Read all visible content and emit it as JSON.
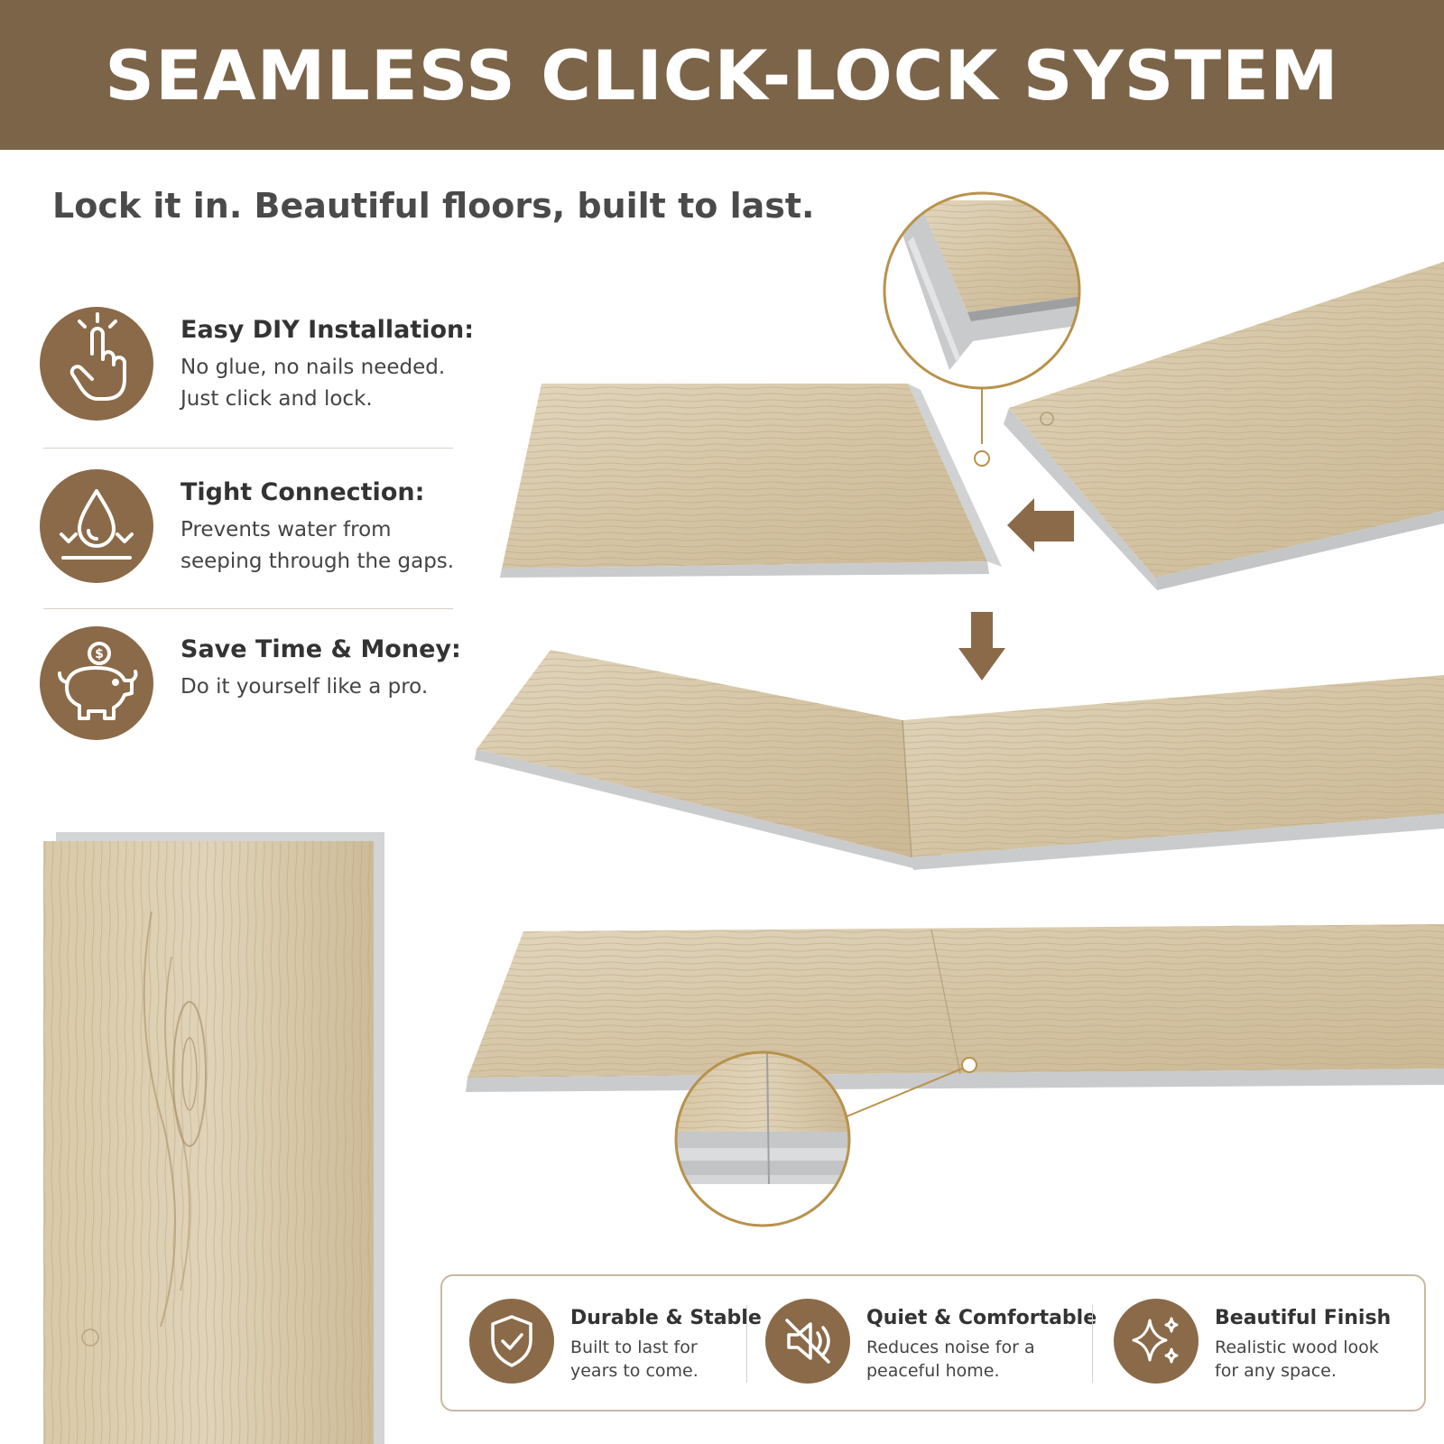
{
  "header": {
    "title": "SEAMLESS CLICK-LOCK SYSTEM"
  },
  "tagline": "Lock it in. Beautiful floors, built to last.",
  "features": [
    {
      "title": "Easy DIY Installation:",
      "description": "No glue, no nails needed.\nJust click and lock.",
      "icon": "hand-click-icon"
    },
    {
      "title": "Tight Connection:",
      "description": "Prevents water from\nseeping through the gaps.",
      "icon": "water-drop-icon"
    },
    {
      "title": "Save Time & Money:",
      "description": "Do it yourself like a pro.",
      "icon": "piggy-bank-icon"
    }
  ],
  "benefits": [
    {
      "title": "Durable & Stable",
      "description": "Built to last for\nyears to come.",
      "icon": "shield-check-icon"
    },
    {
      "title": "Quiet & Comfortable",
      "description": "Reduces noise for a\npeaceful home.",
      "icon": "speaker-muted-icon"
    },
    {
      "title": "Beautiful Finish",
      "description": "Realistic wood look\nfor any space.",
      "icon": "sparkle-icon"
    }
  ],
  "colors": {
    "brand_brown": "#7c6449",
    "icon_brown": "#8a6a48",
    "wood_light": "#ddcfb4",
    "wood_mid": "#c9b795",
    "core_gray": "#c9cbcd",
    "gold_accent": "#b8924c"
  }
}
